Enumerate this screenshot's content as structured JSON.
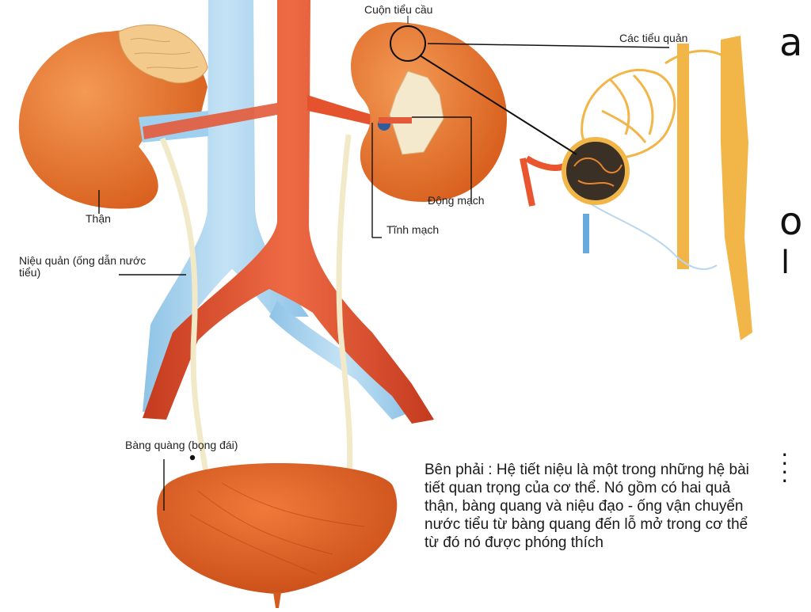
{
  "labels": {
    "glomerulus": "Cuộn tiểu cầu",
    "tubules": "Các tiểu quản",
    "kidney": "Thận",
    "artery": "Động mạch",
    "vein": "Tĩnh mạch",
    "ureter": "Niệu quản (ống dẫn nước tiểu)",
    "bladder": "Bàng quàng (bọng đái)"
  },
  "caption": "Bên phải : Hệ tiết niệu là một trong những hệ bài tiết quan trọng của cơ thể. Nó gồm có hai quả thận, bàng quang và niệu đạo - ống vận chuyển nước tiểu từ bàng quang đến lỗ mở trong cơ thể từ đó nó được phóng thích",
  "edge_glyphs": [
    "a",
    "o",
    "l",
    ":",
    ":"
  ],
  "colors": {
    "kidney": "#e9772c",
    "artery": "#e8552f",
    "vein": "#a9d3ef",
    "ureter": "#f4ecd0",
    "tubule": "#f2b648"
  }
}
